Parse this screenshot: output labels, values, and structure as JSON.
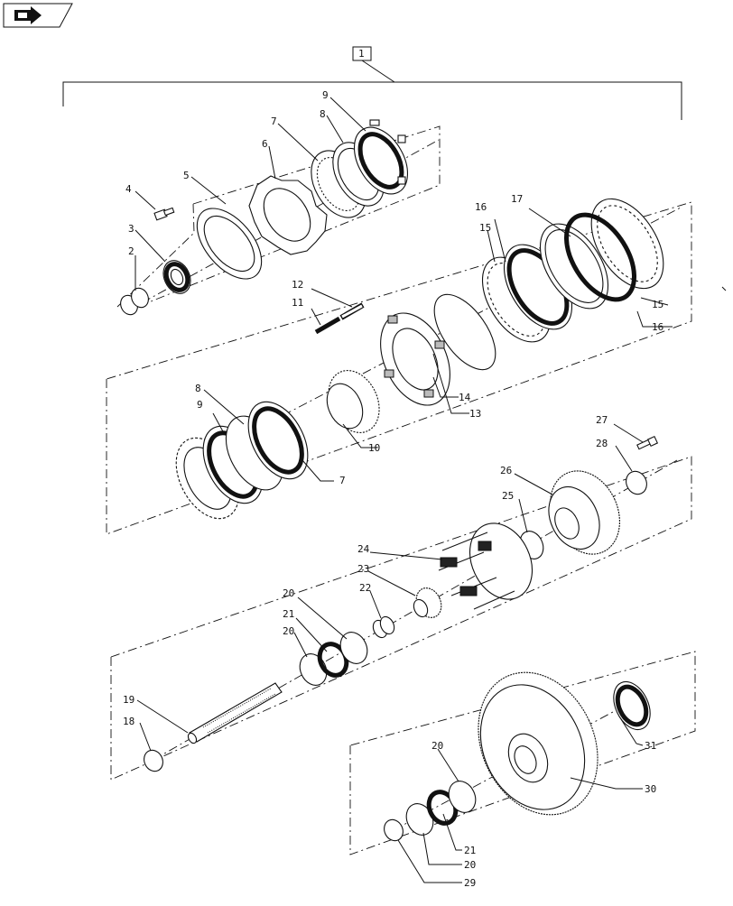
{
  "nav_icon": "arrow-right-icon",
  "assembly_label": "1",
  "callouts": [
    {
      "id": "c2",
      "text": "2"
    },
    {
      "id": "c3",
      "text": "3"
    },
    {
      "id": "c4",
      "text": "4"
    },
    {
      "id": "c5",
      "text": "5"
    },
    {
      "id": "c6",
      "text": "6"
    },
    {
      "id": "c7a",
      "text": "7"
    },
    {
      "id": "c8a",
      "text": "8"
    },
    {
      "id": "c9a",
      "text": "9"
    },
    {
      "id": "c11",
      "text": "11"
    },
    {
      "id": "c12",
      "text": "12"
    },
    {
      "id": "c13",
      "text": "13"
    },
    {
      "id": "c14",
      "text": "14"
    },
    {
      "id": "c15a",
      "text": "15"
    },
    {
      "id": "c15b",
      "text": "15"
    },
    {
      "id": "c16a",
      "text": "16"
    },
    {
      "id": "c16b",
      "text": "16"
    },
    {
      "id": "c17",
      "text": "17"
    },
    {
      "id": "c8b",
      "text": "8"
    },
    {
      "id": "c9b",
      "text": "9"
    },
    {
      "id": "c10",
      "text": "10"
    },
    {
      "id": "c7b",
      "text": "7"
    },
    {
      "id": "c27",
      "text": "27"
    },
    {
      "id": "c28",
      "text": "28"
    },
    {
      "id": "c26",
      "text": "26"
    },
    {
      "id": "c25",
      "text": "25"
    },
    {
      "id": "c24",
      "text": "24"
    },
    {
      "id": "c23",
      "text": "23"
    },
    {
      "id": "c22",
      "text": "22"
    },
    {
      "id": "c20a",
      "text": "20"
    },
    {
      "id": "c21a",
      "text": "21"
    },
    {
      "id": "c20b",
      "text": "20"
    },
    {
      "id": "c19",
      "text": "19"
    },
    {
      "id": "c18",
      "text": "18"
    },
    {
      "id": "c31",
      "text": "31"
    },
    {
      "id": "c30",
      "text": "30"
    },
    {
      "id": "c20c",
      "text": "20"
    },
    {
      "id": "c21b",
      "text": "21"
    },
    {
      "id": "c20d",
      "text": "20"
    },
    {
      "id": "c29",
      "text": "29"
    }
  ]
}
